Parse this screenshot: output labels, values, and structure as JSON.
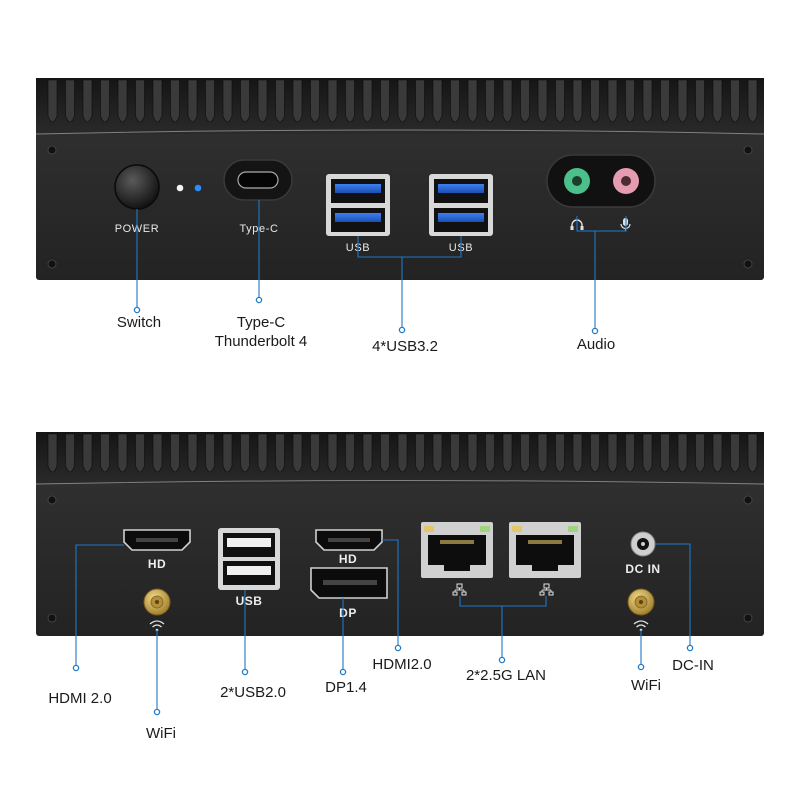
{
  "front_panel": {
    "port_labels": {
      "power": "POWER",
      "type_c": "Type-C",
      "usb_left": "USB",
      "usb_right": "USB"
    },
    "callouts": {
      "switch": "Switch",
      "type_c_line1": "Type-C",
      "type_c_line2": "Thunderbolt 4",
      "usb": "4*USB3.2",
      "audio": "Audio"
    }
  },
  "rear_panel": {
    "port_labels": {
      "hdmi_left": "HD",
      "usb": "USB",
      "hdmi_right": "HD",
      "dp": "DP",
      "dc_in": "DC IN"
    },
    "callouts": {
      "hdmi_left": "HDMI 2.0",
      "wifi_left": "WiFi",
      "usb": "2*USB2.0",
      "dp": "DP1.4",
      "hdmi_right": "HDMI2.0",
      "lan": "2*2.5G LAN",
      "wifi_right": "WiFi",
      "dc_in": "DC-IN"
    }
  },
  "colors": {
    "callout_line": "#1f78c8",
    "chassis": "#2b2b2b",
    "usb3_blue": "#1d5fd0",
    "led_blue": "#2a8cff",
    "headphone_jack": "#4cc08a",
    "mic_jack": "#e59bb0",
    "antenna_gold": "#d6b25a"
  },
  "icons": [
    "headphone-icon",
    "microphone-icon",
    "network-icon",
    "wifi-icon"
  ]
}
